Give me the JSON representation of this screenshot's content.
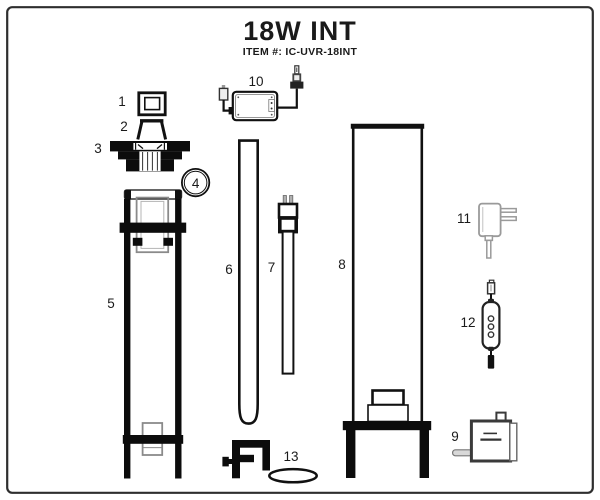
{
  "title": "18W INT",
  "subtitle": "ITEM #: IC-UVR-18INT",
  "parts": [
    {
      "label": "1"
    },
    {
      "label": "2"
    },
    {
      "label": "3"
    },
    {
      "label": "4"
    },
    {
      "label": "5"
    },
    {
      "label": "6"
    },
    {
      "label": "7"
    },
    {
      "label": "8"
    },
    {
      "label": "9"
    },
    {
      "label": "10"
    },
    {
      "label": "11"
    },
    {
      "label": "12"
    },
    {
      "label": "13"
    }
  ],
  "colors": {
    "line": "#111111",
    "black_fill": "#0c0c0c",
    "gray_line": "#999999",
    "frame": "#2e2e2e"
  }
}
